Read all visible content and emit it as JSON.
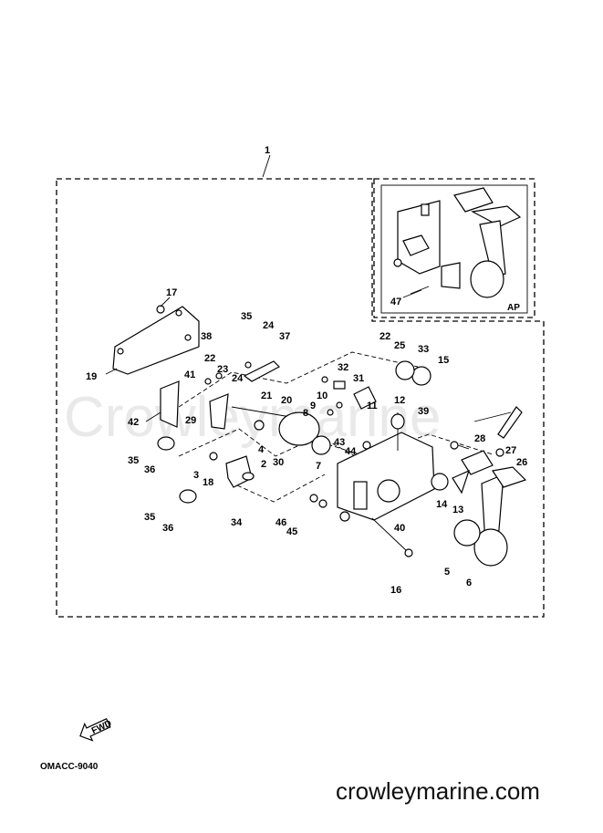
{
  "diagram": {
    "part_numbers": [
      "1",
      "2",
      "3",
      "4",
      "5",
      "6",
      "7",
      "8",
      "9",
      "10",
      "11",
      "12",
      "13",
      "14",
      "15",
      "16",
      "17",
      "18",
      "19",
      "20",
      "21",
      "22",
      "22",
      "23",
      "24",
      "24",
      "25",
      "26",
      "27",
      "28",
      "29",
      "30",
      "31",
      "32",
      "33",
      "34",
      "35",
      "35",
      "35",
      "36",
      "36",
      "37",
      "38",
      "39",
      "40",
      "41",
      "42",
      "43",
      "44",
      "45",
      "46",
      "47"
    ],
    "inset_label": "AP",
    "fwd_label": "FWD",
    "drawing_code": "OMACC-9040",
    "watermark": "Crowleymarine"
  },
  "footer": {
    "website": "crowleymarine.com"
  }
}
